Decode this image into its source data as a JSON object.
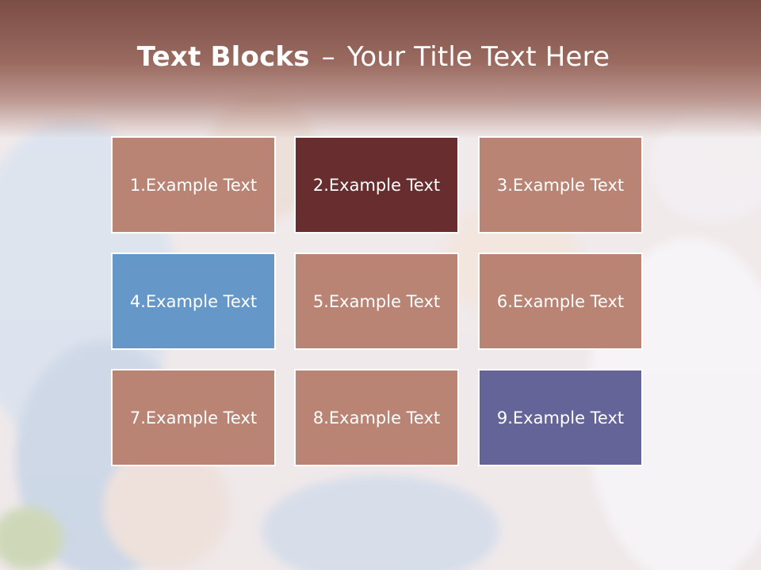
{
  "slide": {
    "title_bold": "Text Blocks",
    "title_dash": "–",
    "title_rest": "Your Title Text Here"
  },
  "blocks": [
    {
      "label": "1.Example Text",
      "color": "#b98474"
    },
    {
      "label": "2.Example Text",
      "color": "#672d2f"
    },
    {
      "label": "3.Example Text",
      "color": "#b98474"
    },
    {
      "label": "4.Example Text",
      "color": "#6598c8"
    },
    {
      "label": "5.Example Text",
      "color": "#b98474"
    },
    {
      "label": "6.Example Text",
      "color": "#b98474"
    },
    {
      "label": "7.Example Text",
      "color": "#b98474"
    },
    {
      "label": "8.Example Text",
      "color": "#b98474"
    },
    {
      "label": "9.Example Text",
      "color": "#646499"
    }
  ]
}
